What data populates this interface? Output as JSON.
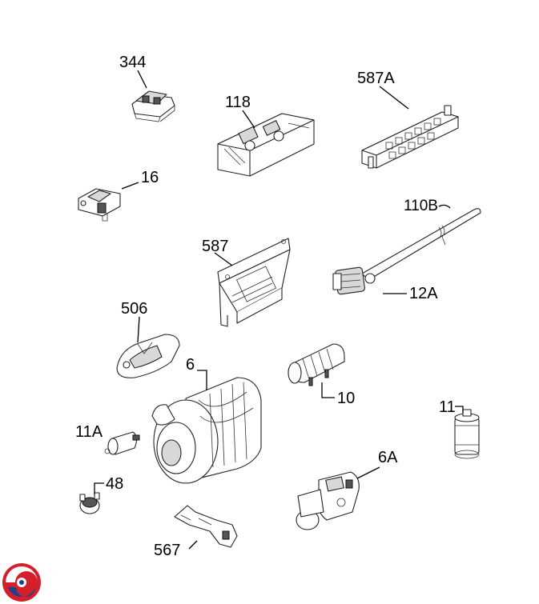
{
  "labels": {
    "p344": "344",
    "p118": "118",
    "p587A": "587A",
    "p16": "16",
    "p110B": "110B",
    "p587": "587",
    "p12A": "12A",
    "p506": "506",
    "p6": "6",
    "p10": "10",
    "p11A": "11A",
    "p11": "11",
    "p48": "48",
    "p6A": "6A",
    "p567": "567"
  },
  "colors": {
    "logo_red": "#d4202a",
    "logo_blue": "#1f3f8f"
  },
  "logo": {
    "icon": "brand-swirl-logo-icon"
  }
}
